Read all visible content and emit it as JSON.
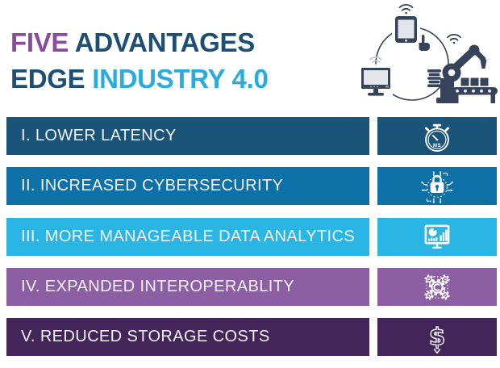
{
  "title": {
    "word1": "FIVE",
    "word2": " ADVANTAGES",
    "line2_word1": "EDGE",
    "line2_word2": " INDUSTRY 4.0"
  },
  "colors": {
    "purple_title": "#8a4a9d",
    "navy_title": "#1d4e73",
    "lightblue_title": "#29abe1",
    "illustration_dark": "#36435a",
    "illustration_light": "#e2e6eb",
    "illustration_gray": "#c5cbd4",
    "row_text": "#f2f1f7"
  },
  "rows": [
    {
      "label": "I. LOWER LATENCY",
      "icon": "stopwatch-ms-icon",
      "bg": "#1a5479"
    },
    {
      "label": "II. INCREASED CYBERSECURITY",
      "icon": "lock-circuit-icon",
      "bg": "#0d70a7"
    },
    {
      "label": "III. MORE MANAGEABLE DATA ANALYTICS",
      "icon": "monitor-analytics-icon",
      "bg": "#29b6e5"
    },
    {
      "label": "IV. EXPANDED INTEROPERABLITY",
      "icon": "connected-gears-icon",
      "bg": "#8c5fa5"
    },
    {
      "label": "V. REDUCED STORAGE COSTS",
      "icon": "dollar-decrease-icon",
      "bg": "#44255a"
    }
  ],
  "icons": {
    "stopwatch_text": "MS",
    "dollar_text": "$"
  }
}
